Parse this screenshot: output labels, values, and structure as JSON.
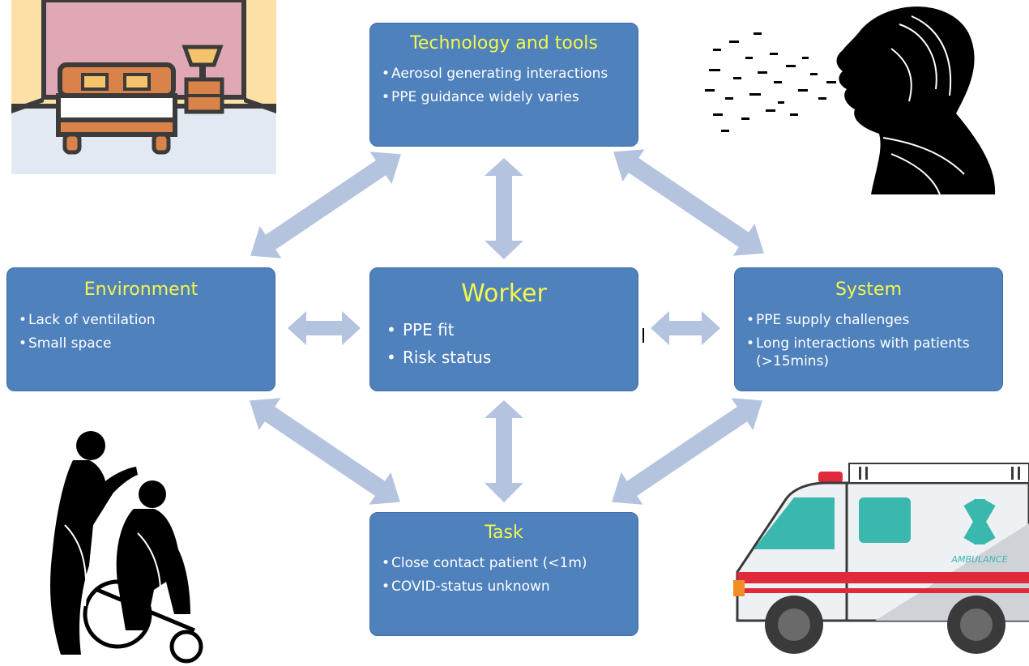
{
  "boxes": {
    "tech": {
      "title": "Technology and tools",
      "items": [
        "Aerosol generating interactions",
        "PPE guidance widely varies"
      ]
    },
    "environment": {
      "title": "Environment",
      "items": [
        "Lack of ventilation",
        "Small space"
      ]
    },
    "worker": {
      "title": "Worker",
      "items": [
        "PPE fit",
        "Risk status"
      ]
    },
    "system": {
      "title": "System",
      "items": [
        "PPE supply challenges",
        "Long interactions with patients (>15mins)"
      ]
    },
    "task": {
      "title": "Task",
      "items": [
        "Close contact patient (<1m)",
        "COVID-status unknown"
      ]
    }
  },
  "images": {
    "ambulance_label": "AMBULANCE",
    "icons": [
      "bedroom-illustration",
      "sneezing-person-silhouette",
      "caregiver-wheelchair-silhouette",
      "ambulance-illustration"
    ]
  },
  "colors": {
    "box_fill": "#4f81bd",
    "title_text": "#f3f74b",
    "arrow_fill": "#b4c3de"
  }
}
